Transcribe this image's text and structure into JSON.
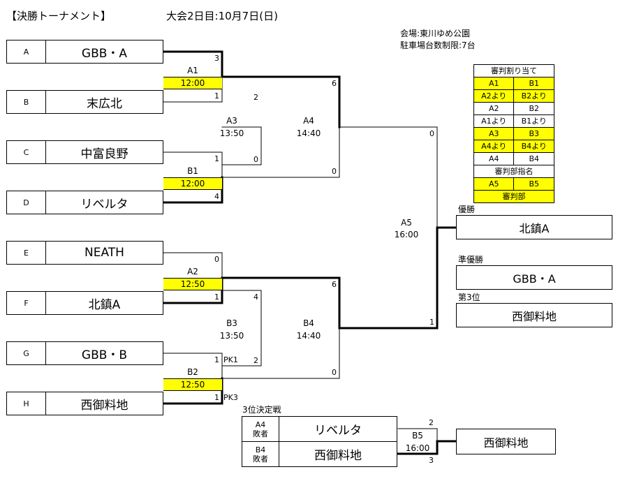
{
  "header": {
    "title": "【決勝トーナメント】",
    "date": "大会2日目:10月7日(日)",
    "venue": "会場:東川ゆめ公園",
    "parking": "駐車場台数制限:7台"
  },
  "teams": [
    {
      "code": "A",
      "name": "GBB・A"
    },
    {
      "code": "B",
      "name": "末広北"
    },
    {
      "code": "C",
      "name": "中富良野"
    },
    {
      "code": "D",
      "name": "リベルタ"
    },
    {
      "code": "E",
      "name": "NEATH"
    },
    {
      "code": "F",
      "name": "北鎮A"
    },
    {
      "code": "G",
      "name": "GBB・B"
    },
    {
      "code": "H",
      "name": "西御料地"
    }
  ],
  "matches": {
    "A1": {
      "label": "A1",
      "time": "12:00",
      "score_top": "3",
      "score_bottom": "1"
    },
    "B1": {
      "label": "B1",
      "time": "12:00",
      "score_top": "1",
      "score_bottom": "4"
    },
    "A2": {
      "label": "A2",
      "time": "12:50",
      "score_top": "0",
      "score_bottom": "1"
    },
    "B2": {
      "label": "B2",
      "time": "12:50",
      "score_top": "1",
      "score_bottom": "1",
      "pk_top": "PK1",
      "pk_bottom": "PK3"
    },
    "A3": {
      "label": "A3",
      "time": "13:50",
      "score_top": "2",
      "score_bottom": "0"
    },
    "B3": {
      "label": "B3",
      "time": "13:50",
      "score_top": "4",
      "score_bottom": "2"
    },
    "A4": {
      "label": "A4",
      "time": "14:40",
      "score_top": "6",
      "score_bottom": "0"
    },
    "B4": {
      "label": "B4",
      "time": "14:40",
      "score_top": "6",
      "score_bottom": "0"
    },
    "A5": {
      "label": "A5",
      "time": "16:00",
      "score_top": "0",
      "score_bottom": "1"
    },
    "B5": {
      "label": "B5",
      "time": "16:00",
      "score_top": "2",
      "score_bottom": "3"
    }
  },
  "results": {
    "champion_label": "優勝",
    "champion": "北鎮A",
    "runner_up_label": "準優勝",
    "runner_up": "GBB・A",
    "third_label": "第3位",
    "third": "西御料地",
    "third_match_winner": "西御料地"
  },
  "third_place": {
    "title": "3位決定戦",
    "row1_line1": "A4",
    "row1_line2": "敗者",
    "row1_team": "リベルタ",
    "row2_line1": "B4",
    "row2_line2": "敗者",
    "row2_team": "西御料地"
  },
  "referee": {
    "title": "審判割り当て",
    "rows": [
      {
        "left": "A1",
        "right": "B1",
        "highlight": true
      },
      {
        "left": "A2より",
        "right": "B2より",
        "highlight": true
      },
      {
        "left": "A2",
        "right": "B2",
        "highlight": false
      },
      {
        "left": "A1より",
        "right": "B1より",
        "highlight": false
      },
      {
        "left": "A3",
        "right": "B3",
        "highlight": true
      },
      {
        "left": "A4より",
        "right": "B4より",
        "highlight": true
      },
      {
        "left": "A4",
        "right": "B4",
        "highlight": false
      }
    ],
    "designation": "審判部指名",
    "final_row": {
      "left": "A5",
      "right": "B5"
    },
    "final_ref": "審判部"
  },
  "colors": {
    "highlight": "#ffff00",
    "line": "#000000"
  }
}
